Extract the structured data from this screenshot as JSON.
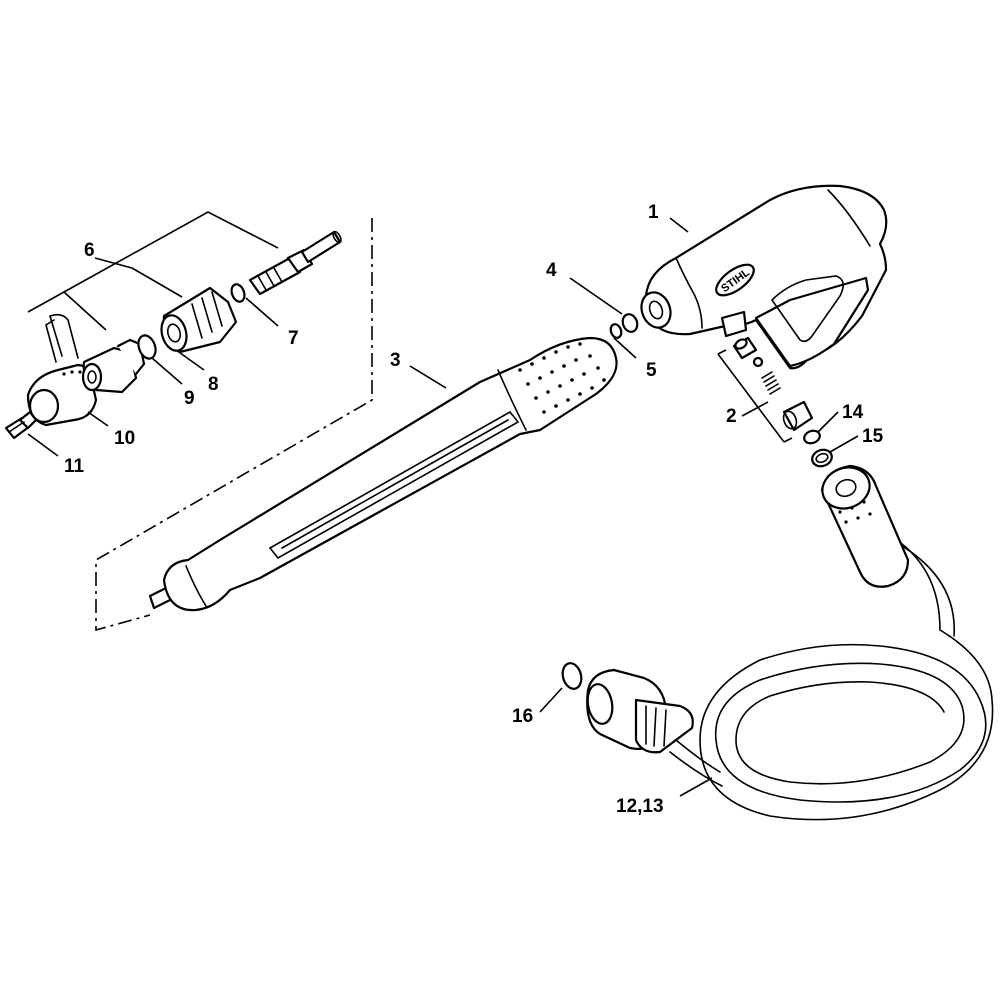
{
  "diagram": {
    "brand_logo_text": "STIHL",
    "callouts": {
      "c1": "1",
      "c2": "2",
      "c3": "3",
      "c4": "4",
      "c5": "5",
      "c6": "6",
      "c7": "7",
      "c8": "8",
      "c9": "9",
      "c10": "10",
      "c11": "11",
      "c12_13": "12,13",
      "c14": "14",
      "c15": "15",
      "c16": "16"
    }
  }
}
